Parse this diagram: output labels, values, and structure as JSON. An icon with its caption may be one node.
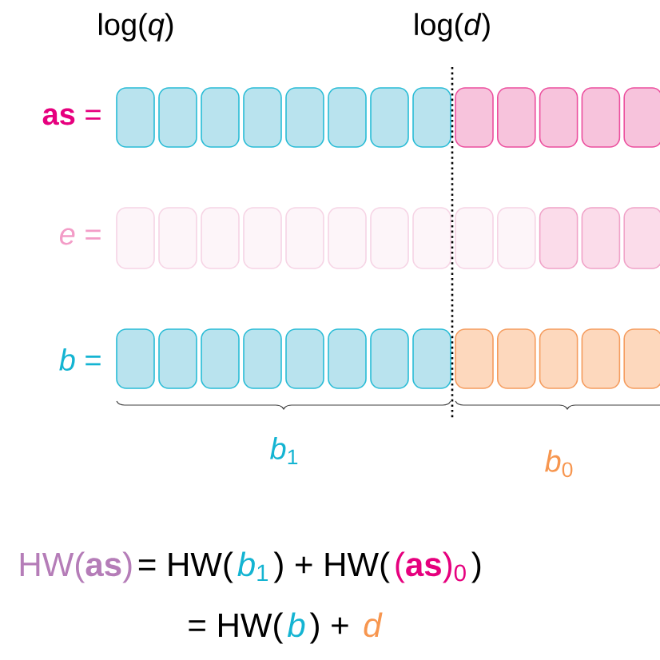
{
  "diagram": {
    "labels": [
      "log(*q*)",
      "log(*d*)",
      "**as** =",
      "*e* =",
      "*b* =",
      "*b*$_{1}$",
      "*b*$_{0}$",
      "HW(**as**)",
      "= HW(",
      "*b*$_{1}$",
      ") + HW(",
      "(**as**)$_{0}$",
      ")",
      "= HW(",
      "*b*",
      ") + ",
      "*d*"
    ]
  }
}
